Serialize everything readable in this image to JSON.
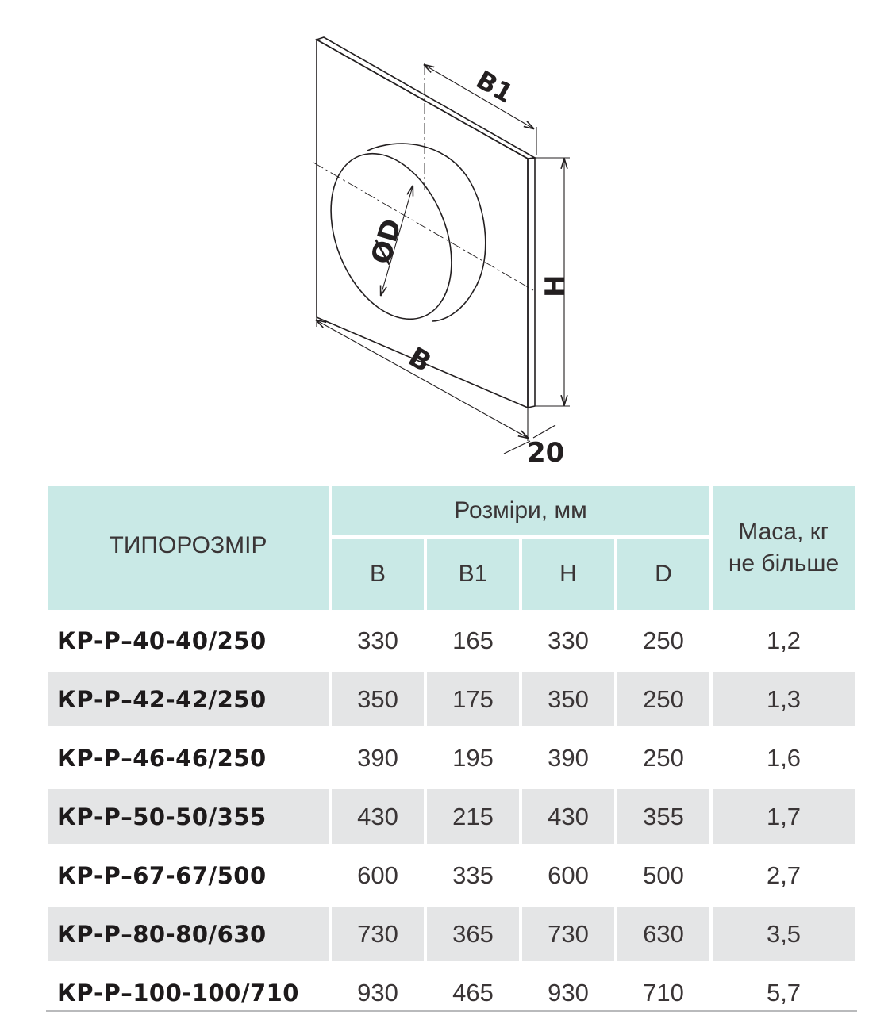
{
  "drawing": {
    "labels": {
      "b1": "B1",
      "d": "ØD",
      "h": "H",
      "b": "B",
      "thickness": "20"
    }
  },
  "table": {
    "header": {
      "model": "ТИПОРОЗМІР",
      "dimensions": "Розміри, мм",
      "mass": [
        "Маса, кг",
        "не більше"
      ],
      "columns": [
        "B",
        "B1",
        "H",
        "D"
      ]
    },
    "rows": [
      {
        "model": "КР-Р–40-40/250",
        "B": "330",
        "B1": "165",
        "H": "330",
        "D": "250",
        "mass": "1,2"
      },
      {
        "model": "КР-Р–42-42/250",
        "B": "350",
        "B1": "175",
        "H": "350",
        "D": "250",
        "mass": "1,3"
      },
      {
        "model": "КР-Р–46-46/250",
        "B": "390",
        "B1": "195",
        "H": "390",
        "D": "250",
        "mass": "1,6"
      },
      {
        "model": "КР-Р–50-50/355",
        "B": "430",
        "B1": "215",
        "H": "430",
        "D": "355",
        "mass": "1,7"
      },
      {
        "model": "КР-Р–67-67/500",
        "B": "600",
        "B1": "335",
        "H": "600",
        "D": "500",
        "mass": "2,7"
      },
      {
        "model": "КР-Р–80-80/630",
        "B": "730",
        "B1": "365",
        "H": "730",
        "D": "630",
        "mass": "3,5"
      },
      {
        "model": "КР-Р–100-100/710",
        "B": "930",
        "B1": "465",
        "H": "930",
        "D": "710",
        "mass": "5,7"
      }
    ]
  },
  "colors": {
    "header_bg": "#c9e9e6",
    "row_shade": "#e4e5e6",
    "text": "#231f20"
  }
}
